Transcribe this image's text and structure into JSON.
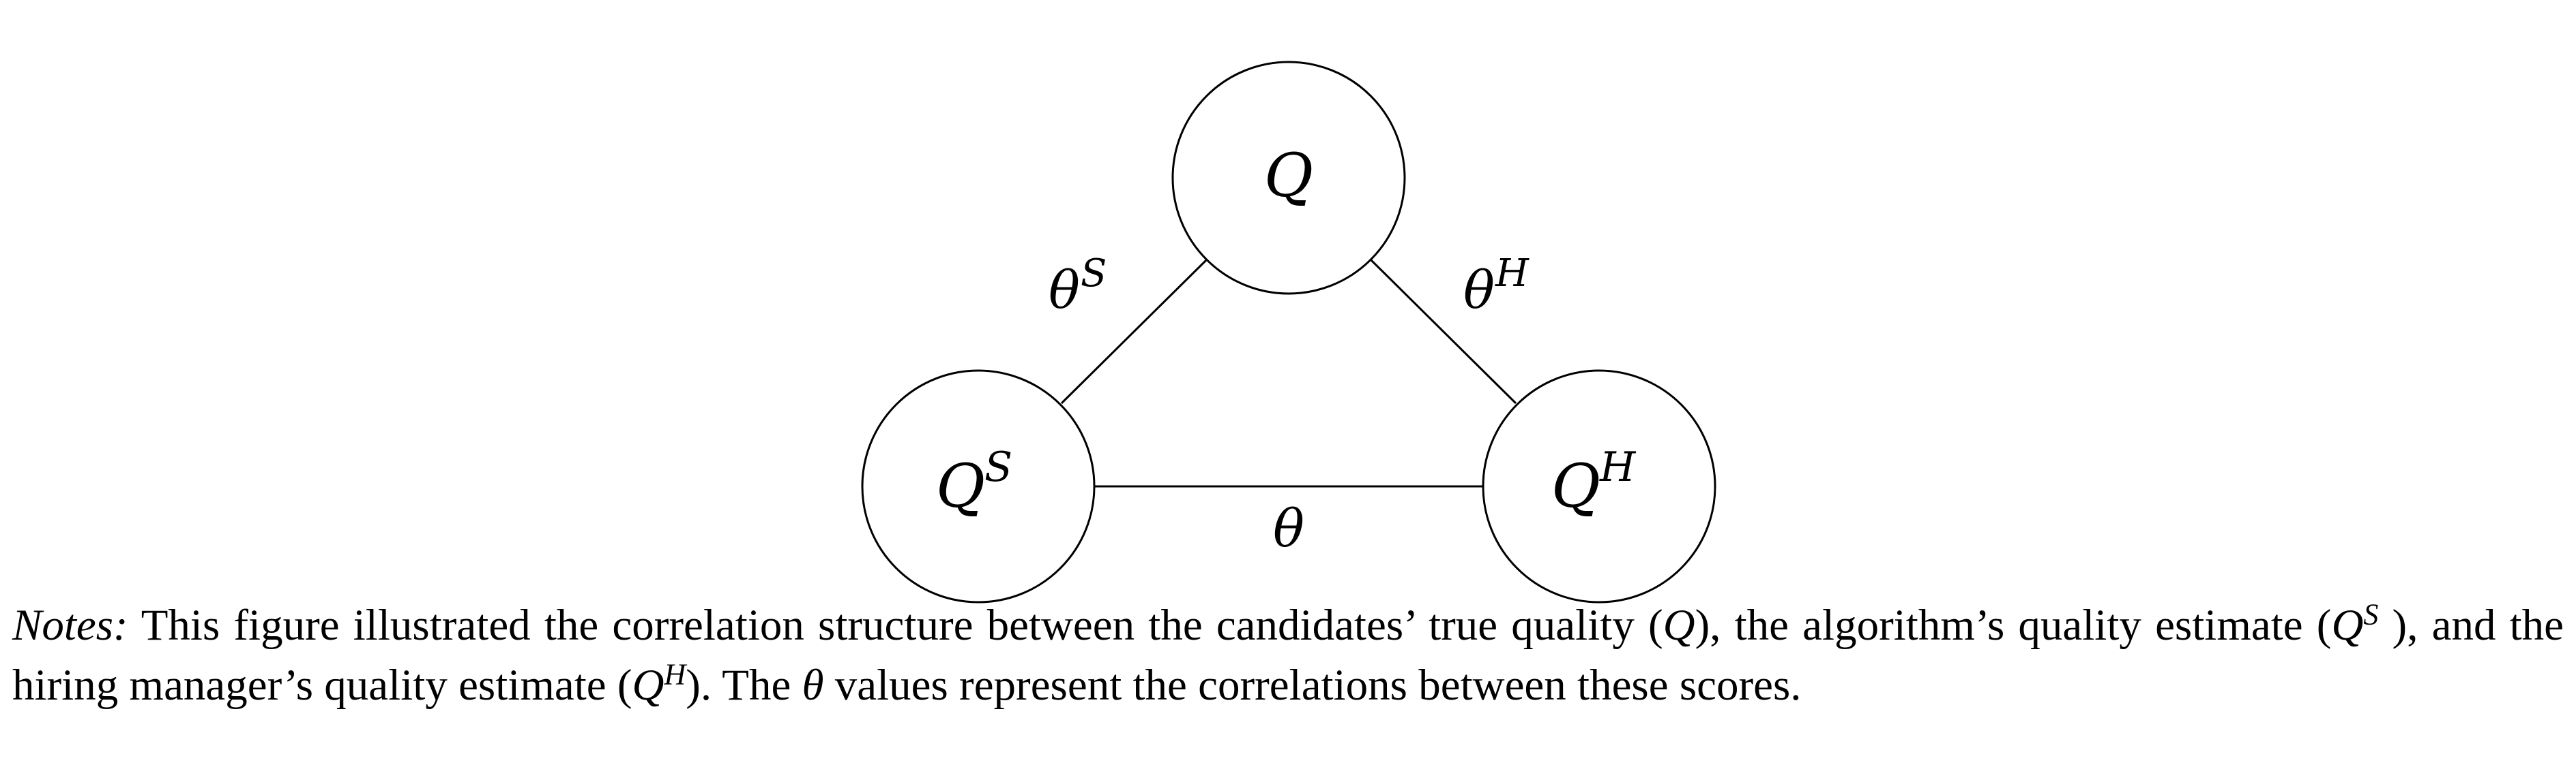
{
  "nodes": {
    "top": {
      "base": "Q",
      "sup": ""
    },
    "left": {
      "base": "Q",
      "sup": "S"
    },
    "right": {
      "base": "Q",
      "sup": "H"
    }
  },
  "edges": {
    "top_left": {
      "base": "θ",
      "sup": "S"
    },
    "top_right": {
      "base": "θ",
      "sup": "H"
    },
    "bottom": {
      "base": "θ",
      "sup": ""
    }
  },
  "notes": {
    "head": "Notes:",
    "t1": " This figure illustrated the correlation structure between the candidates’ true quality (",
    "m1": "Q",
    "t2": "), the algorithm’s quality estimate (",
    "m2": "Q",
    "m2sup": "S",
    "t3": " ), and the hiring manager’s quality estimate (",
    "m3": "Q",
    "m3sup": "H",
    "t4": "). The ",
    "m4": "θ",
    "t5": " values represent the correlations between these scores."
  }
}
